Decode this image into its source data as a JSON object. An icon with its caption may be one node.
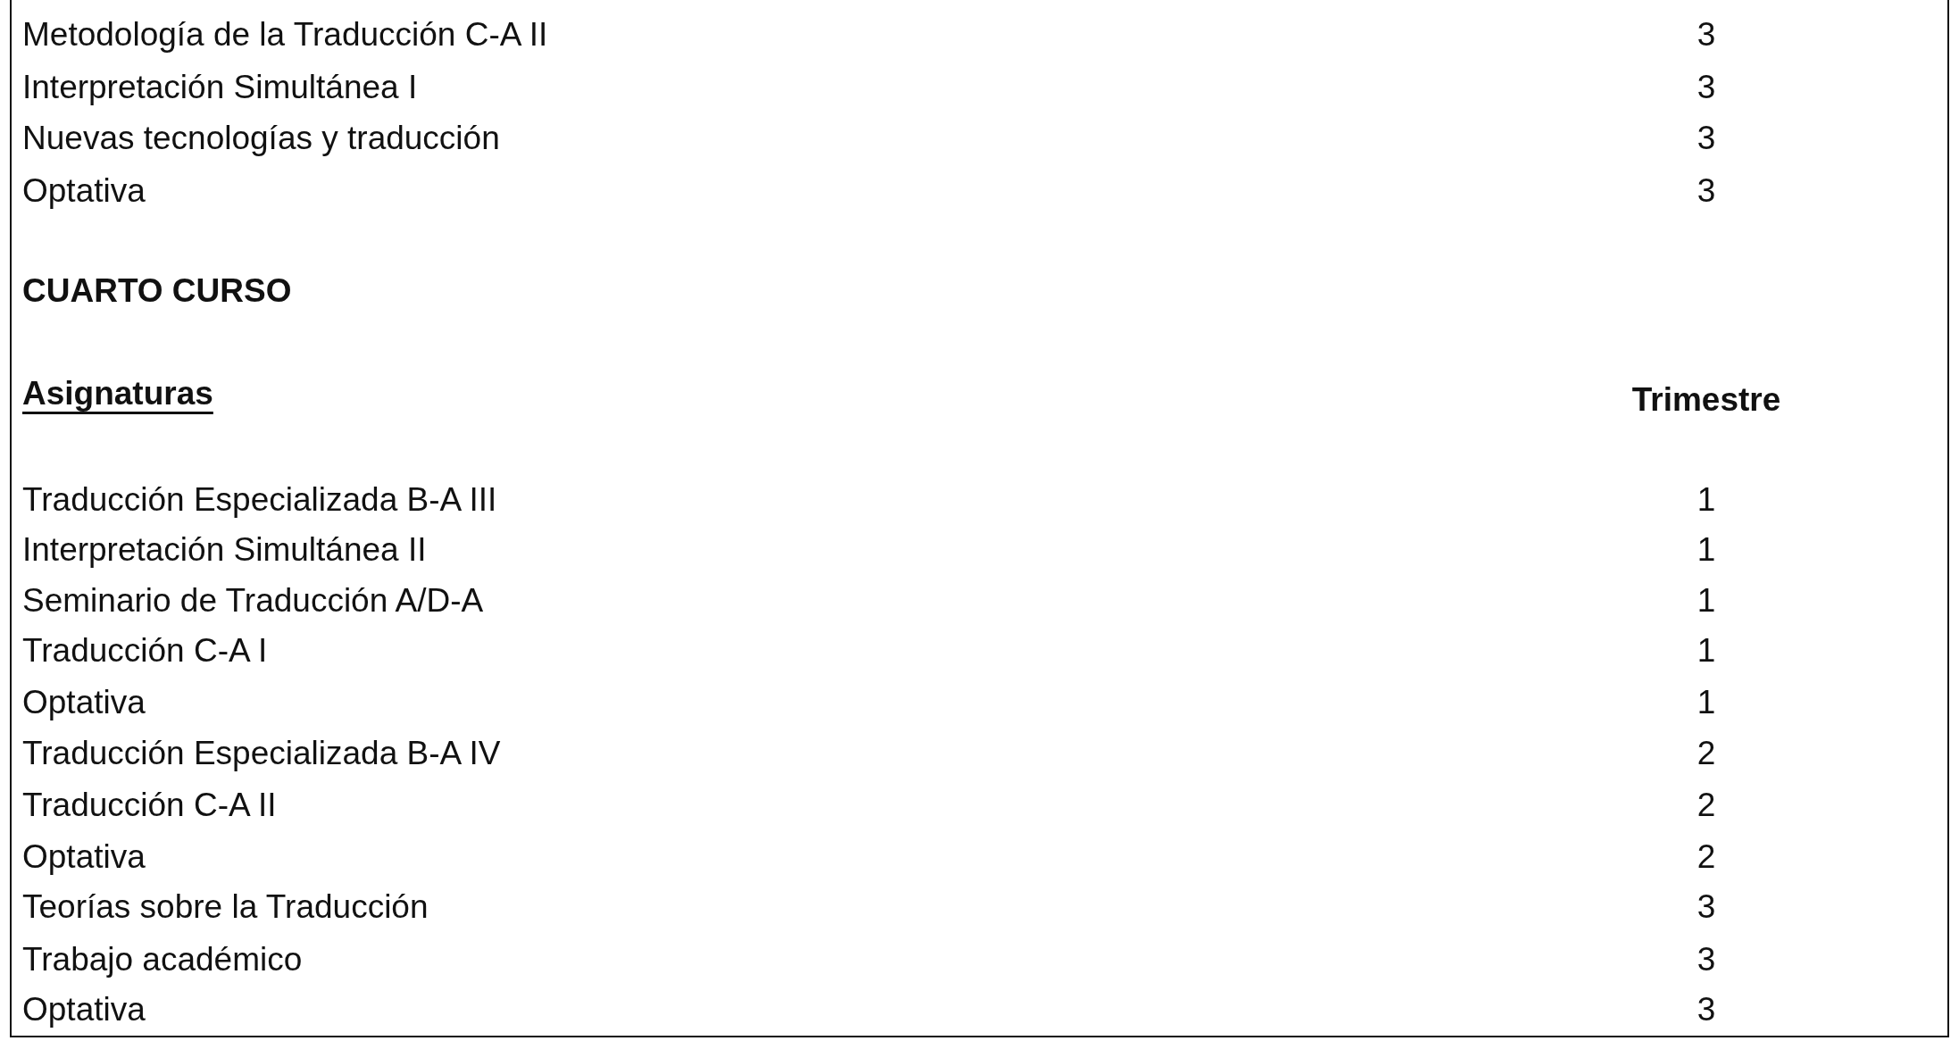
{
  "diagram": {
    "labels": [
      "Metodología de la Traducción C-A II",
      "3",
      "Interpretación Simultánea I",
      "3",
      "Nuevas tecnologías y traducción",
      "3",
      "Optativa",
      "3",
      "CUARTO CURSO",
      "Asignaturas",
      "Trimestre",
      "Traducción Especializada B-A III",
      "1",
      "Interpretación Simultánea II",
      "1",
      "Seminario de Traducción A/D-A",
      "1",
      "Traducción C-A I",
      "1",
      "Optativa",
      "1",
      "Traducción Especializada B-A IV",
      "2",
      "Traducción C-A II",
      "2",
      "Optativa",
      "2",
      "Teorías sobre la Traducción",
      "3",
      "Trabajo académico",
      "3",
      "Optativa",
      "3"
    ]
  }
}
